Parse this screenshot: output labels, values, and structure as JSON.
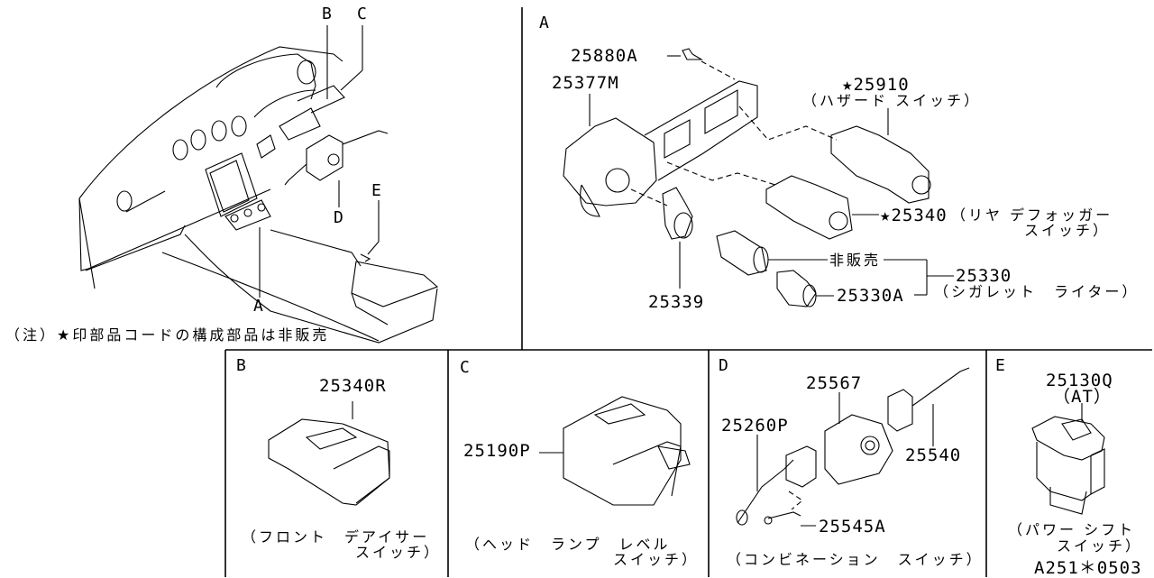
{
  "diagram": {
    "overview": {
      "callouts": [
        "A",
        "B",
        "C",
        "D",
        "E"
      ],
      "note": "（注）★印部品コードの構成部品は非販売"
    },
    "panel_a": {
      "section_label": "A",
      "parts": {
        "screw": "25880A",
        "finisher": "25377M",
        "hazard_switch_code": "★25910",
        "hazard_switch_name": "（ハザード スイッチ）",
        "rear_defogger_code": "★25340",
        "rear_defogger_name_1": "（リヤ デフォッガー",
        "rear_defogger_name_2": "スイッチ）",
        "lighter_socket": "25339",
        "not_for_sale": "非販売",
        "lighter_knob": "25330A",
        "cigarette_lighter_code": "25330",
        "cigarette_lighter_name": "（シガレット　ライター）"
      }
    },
    "panel_b": {
      "section_label": "B",
      "part_code": "25340R",
      "name_1": "（フロント　デアイサー",
      "name_2": "スイッチ）"
    },
    "panel_c": {
      "section_label": "C",
      "part_code": "25190P",
      "name_1": "（ヘッド　ランプ　レベル",
      "name_2": "スイッチ）"
    },
    "panel_d": {
      "section_label": "D",
      "parts": {
        "body": "25567",
        "lever_left": "25260P",
        "lever_right": "25540",
        "screw": "25545A"
      },
      "name": "（コンビネーション　スイッチ）"
    },
    "panel_e": {
      "section_label": "E",
      "part_code": "25130Q",
      "variant": "（AT）",
      "name_1": "（パワー シフト",
      "name_2": "スイッチ）"
    },
    "drawing_id": "A251＊0503"
  }
}
